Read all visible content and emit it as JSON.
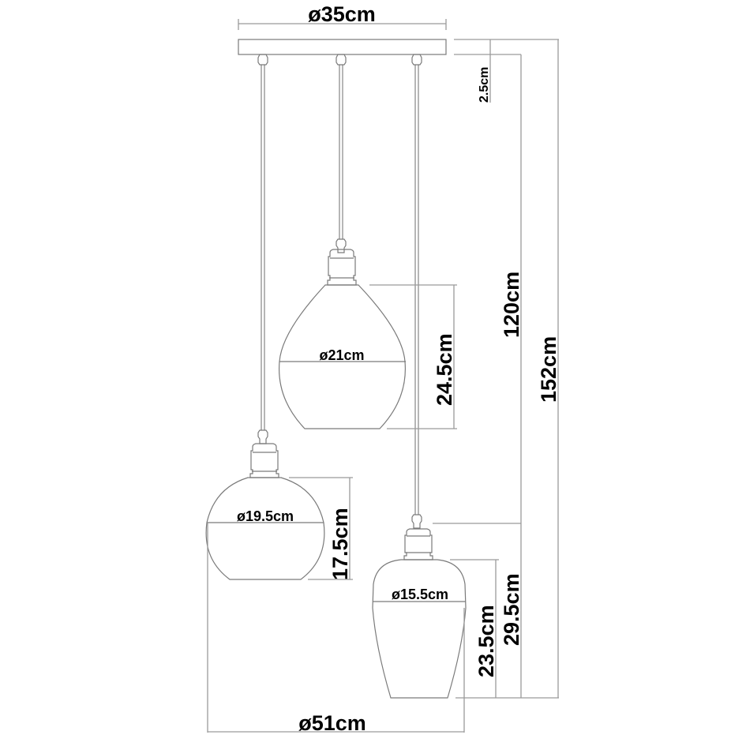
{
  "diagram": {
    "type": "technical-dimension-drawing",
    "subject": "3-light cluster pendant lamp",
    "line_color": "#7a7a7a",
    "text_color": "#000000",
    "canopy": {
      "diameter_label": "ø35cm",
      "height_label": "2.5cm"
    },
    "overall": {
      "drop_label": "120cm",
      "total_height_label": "152cm",
      "spread_diameter_label": "ø51cm"
    },
    "shades": [
      {
        "name": "teardrop",
        "diameter_label": "ø21cm",
        "height_label": "24.5cm"
      },
      {
        "name": "globe",
        "diameter_label": "ø19.5cm",
        "height_label": "17.5cm"
      },
      {
        "name": "jar",
        "diameter_label": "ø15.5cm",
        "height_label": "23.5cm",
        "height_with_socket_label": "29.5cm"
      }
    ]
  }
}
